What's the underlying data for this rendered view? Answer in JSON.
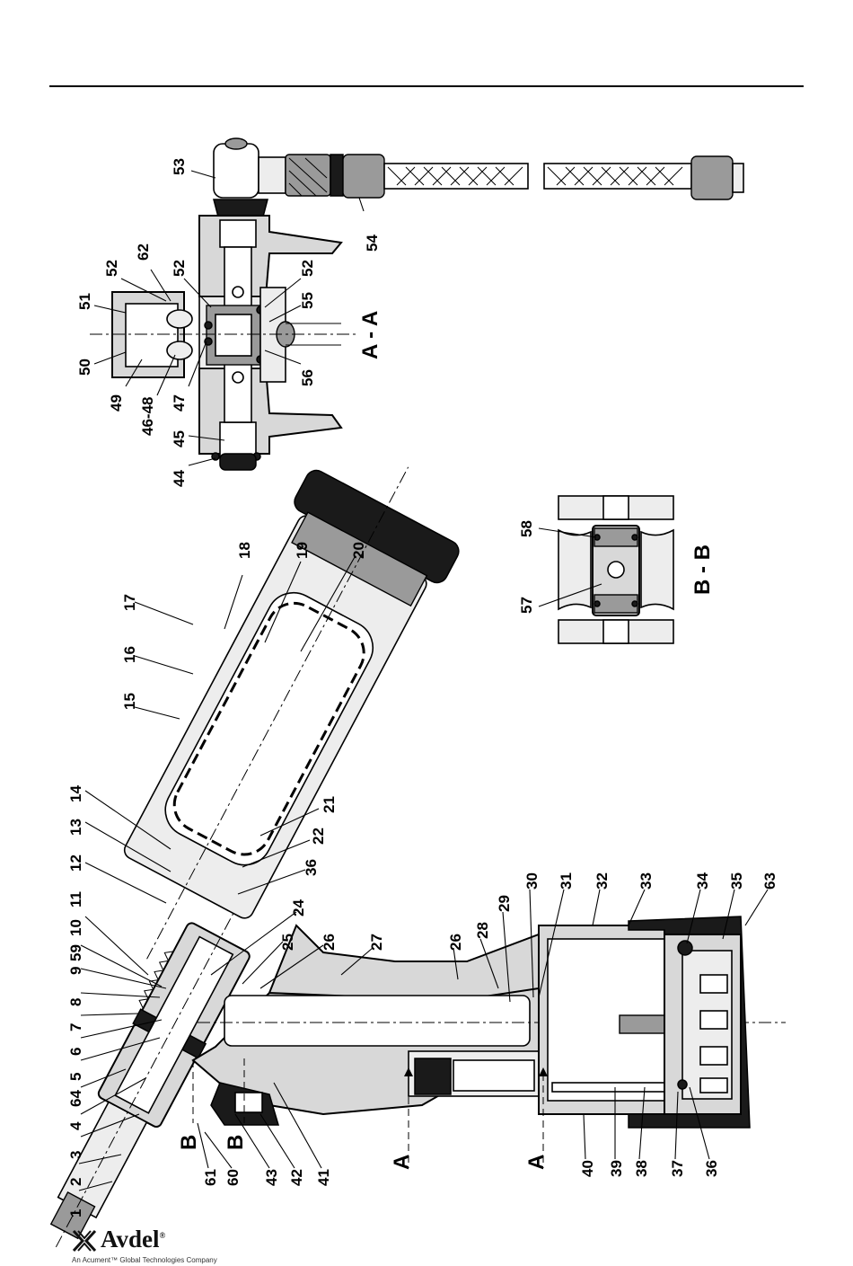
{
  "brand": {
    "name": "Avdel",
    "registered": "®",
    "tagline": "An Acument™ Global Technologies Company"
  },
  "sections": {
    "aa_top": "A - A",
    "bb": "B - B",
    "a_marker": "A",
    "b_marker": "B"
  },
  "callouts": {
    "main_bottom": [
      "1",
      "2",
      "3",
      "4",
      "64",
      "5",
      "6",
      "7",
      "8",
      "9",
      "59",
      "10",
      "11",
      "12",
      "13",
      "14"
    ],
    "main_bottom2": [
      "61",
      "60",
      "43",
      "42",
      "41"
    ],
    "main_right": [
      "40",
      "39",
      "38",
      "37",
      "36"
    ],
    "main_upper": [
      "15",
      "16",
      "17",
      "18",
      "19",
      "20"
    ],
    "main_mid": [
      "21",
      "22",
      "36",
      "24",
      "25",
      "26",
      "27",
      "26",
      "28",
      "29",
      "30",
      "31",
      "32",
      "33",
      "34",
      "35",
      "63"
    ],
    "aa": [
      "53",
      "54",
      "52",
      "62",
      "52",
      "51",
      "52",
      "55",
      "50",
      "49",
      "46-48",
      "47",
      "56",
      "45",
      "44"
    ],
    "bb": [
      "58",
      "57"
    ]
  }
}
